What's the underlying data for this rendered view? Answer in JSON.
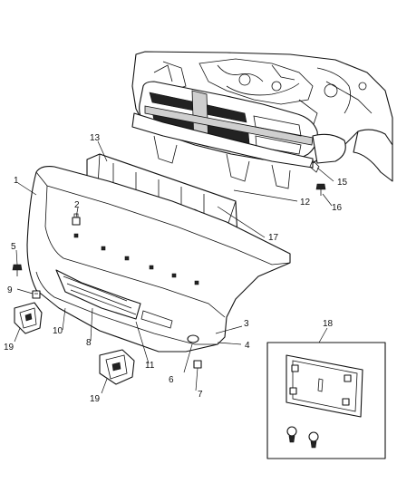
{
  "diagram": {
    "callouts": [
      "1",
      "2",
      "3",
      "4",
      "5",
      "6",
      "7",
      "8",
      "9",
      "10",
      "11",
      "12",
      "13",
      "15",
      "16",
      "17",
      "18",
      "19",
      "19"
    ]
  }
}
